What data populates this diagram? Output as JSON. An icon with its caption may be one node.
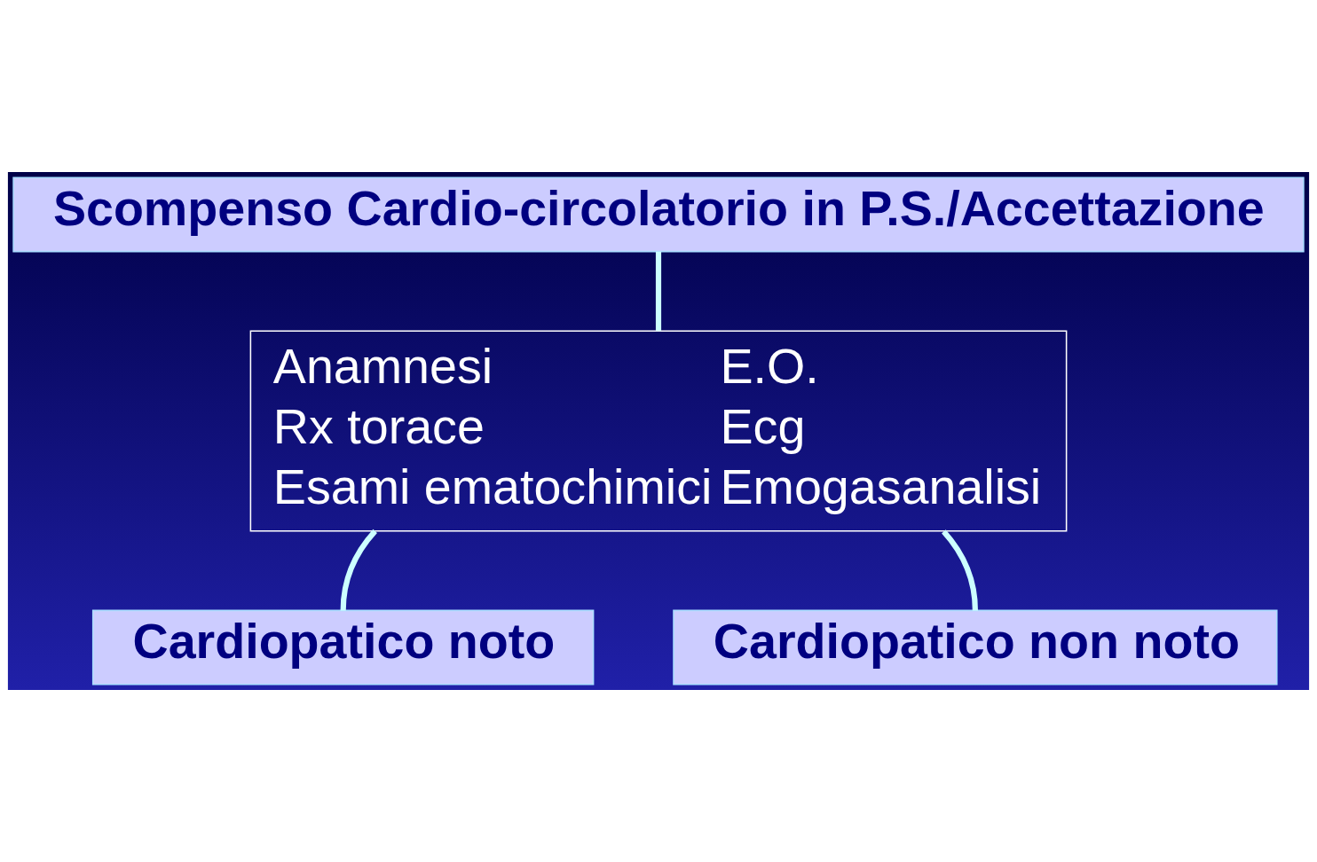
{
  "diagram": {
    "nodes": [
      {
        "text": [
          "Scompenso Cardio-circolatorio in P.S./Accettazione"
        ]
      },
      {
        "text": [
          "Anamnesi",
          "Rx torace",
          "Esami ematochimici",
          "E.O.",
          "Ecg",
          "Emogasanalisi"
        ]
      },
      {
        "text": [
          "Cardiopatico noto"
        ]
      },
      {
        "text": [
          "Cardiopatico non noto"
        ]
      }
    ],
    "edges": [
      {
        "from": 0,
        "to": 1,
        "arrow": "none"
      },
      {
        "from": 1,
        "to": 2,
        "arrow": "none"
      },
      {
        "from": 1,
        "to": 3,
        "arrow": "none"
      }
    ]
  }
}
